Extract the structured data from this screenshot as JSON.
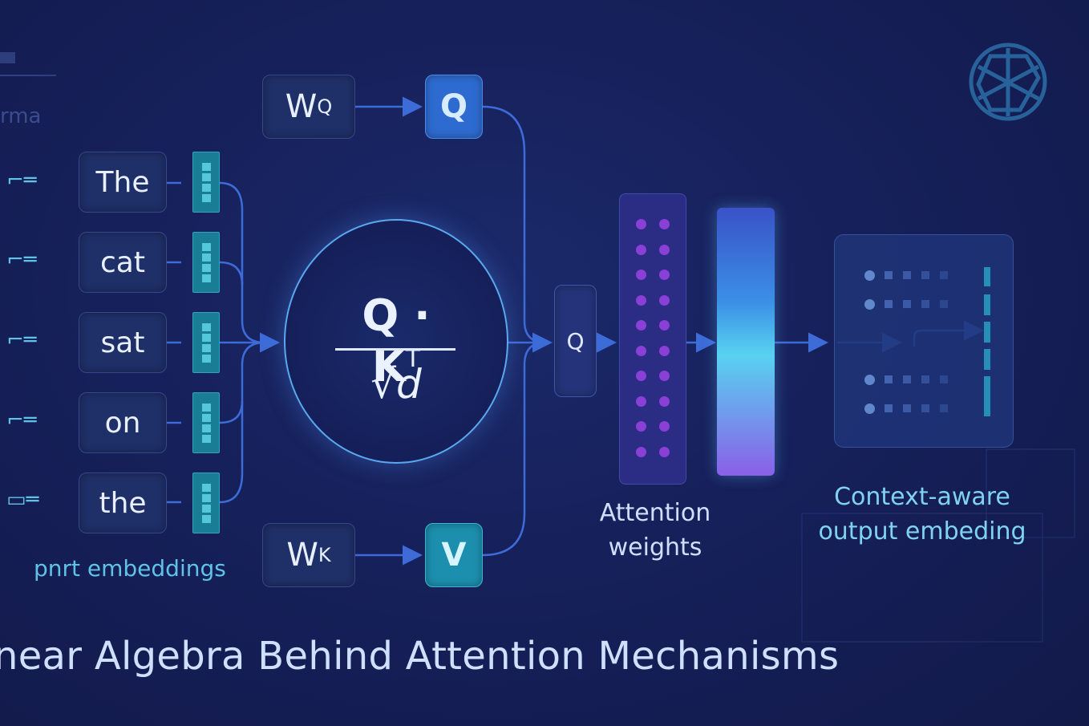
{
  "title": "near Algebra Behind Attention Mechanisms",
  "top_left_fragment": "rma",
  "tokens": [
    "The",
    "cat",
    "sat",
    "on",
    "the"
  ],
  "input_label": "pnrt embeddings",
  "weights": {
    "wq": {
      "main": "W",
      "sub": "Q"
    },
    "wk": {
      "main": "W",
      "sub": "K"
    }
  },
  "q_box": "Q",
  "v_box": "V",
  "mid_q_box": "Q",
  "formula": {
    "numerator": "Q · K",
    "superscript": "T",
    "denominator": "√d"
  },
  "attention_label": {
    "line1": "Attention",
    "line2": "weights"
  },
  "output_label": {
    "line1": "Context-aware",
    "line2": "output embeding"
  },
  "icons": {
    "logo": "knot-logo-icon",
    "token_mark": "token-bracket-icon"
  },
  "colors": {
    "background": "#16205a",
    "cyan": "#5fc3e6",
    "wire": "#3d6bd8",
    "attention": "#2b2d85",
    "dot": "#8a3fd6"
  }
}
